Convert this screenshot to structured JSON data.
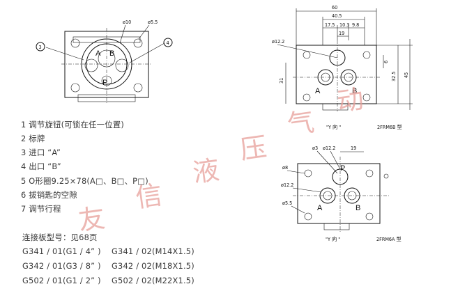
{
  "notes": [
    "1  调节旋钮(可锁在任一位置)",
    "2  标牌",
    "3  进口 “A”",
    "4  出口 “B”",
    "5  O形圈9.25×78(A□、B□、P□)",
    "6  拔销匙的空隙",
    "7  调节行程"
  ],
  "plate_title": "连接板型号：见68页",
  "plates": [
    [
      "G341 / 01(G1 / 4” )",
      "G341 / 02(M14X1.5)"
    ],
    [
      "G342 / 01(G3 / 8” )",
      "G342 / 02(M18X1.5)"
    ],
    [
      "G502 / 01(G1 / 2” )",
      "G502 / 02(M22X1.5)"
    ]
  ],
  "left_view": {
    "callouts": [
      "3",
      "4"
    ],
    "dim_d10": "ø10",
    "dim_d55": "ø5.5",
    "port_a": "A",
    "port_b": "B",
    "port_p": "P"
  },
  "top_right": {
    "dim_width": "60",
    "dim_405": "40.5",
    "dim_175": "17.5",
    "dim_103": "10.3",
    "dim_98": "9.8",
    "dim_19": "19",
    "dim_d122": "ø12.2",
    "dim_31": "31",
    "dim_6": "6",
    "dim_325": "32.5",
    "dim_45": "45",
    "port_a": "A",
    "port_b": "B",
    "view_label": "\"Y 向 \"",
    "model": "2FRM6B 型"
  },
  "bottom_right": {
    "dim_d3": "ø3",
    "dim_d122_top": "ø12.2",
    "dim_19": "19",
    "dim_d8": "ø8",
    "dim_d122_left": "ø12.2",
    "dim_d55": "ø5.5",
    "port_p": "P",
    "port_a": "A",
    "port_b": "B",
    "view_label": "\"Y 向 \"",
    "model": "2FRM6A 型"
  },
  "watermark": [
    "友",
    "信",
    "液",
    "压",
    "气",
    "动"
  ]
}
